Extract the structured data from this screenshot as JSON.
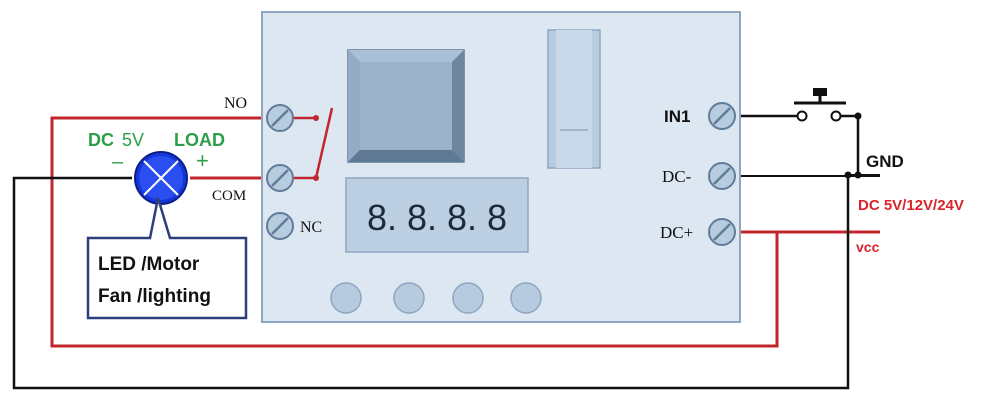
{
  "colors": {
    "wire_red": "#c0262e",
    "wire_black": "#111111",
    "board_fill": "#dde7f1",
    "board_stroke": "#8ea6bf",
    "component_fill": "#b7c9dc",
    "label_green": "#2e9e48",
    "label_red": "#d9252a",
    "load_blue": "#1536d9"
  },
  "relay_terminals": {
    "no": "NO",
    "com": "COM",
    "nc": "NC"
  },
  "input_terminals": {
    "in1": "IN1",
    "dc_minus": "DC-",
    "dc_plus": "DC+"
  },
  "display": {
    "digits": "8. 8. 8. 8"
  },
  "load": {
    "dc_label": "DC",
    "voltage": "5V",
    "load_label": "LOAD",
    "minus": "–",
    "plus": "+",
    "description_line1": "LED /Motor",
    "description_line2": "Fan /lighting"
  },
  "power": {
    "gnd": "GND",
    "supply_voltage": "DC 5V/12V/24V",
    "vcc": "vcc"
  },
  "icons": {
    "load": "lamp-cross-icon",
    "switch": "push-button-icon",
    "screw": "screw-terminal-icon"
  }
}
